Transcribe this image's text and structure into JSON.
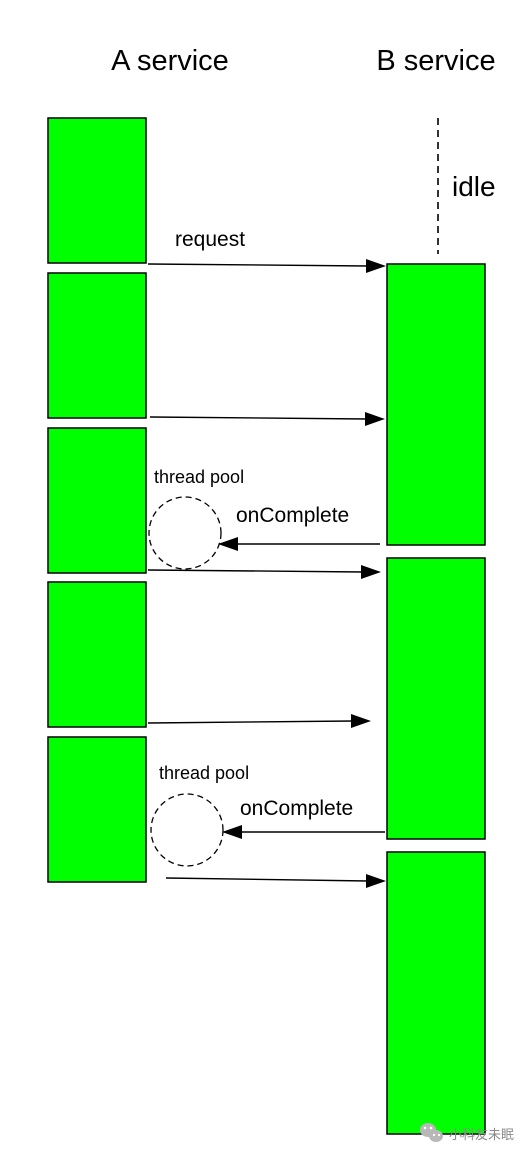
{
  "titles": {
    "a_service": "A service",
    "b_service": "B service"
  },
  "idle_label": "idle",
  "arrow_labels": {
    "request": "request",
    "on_complete_1": "onComplete",
    "on_complete_2": "onComplete"
  },
  "pool_labels": {
    "pool_1": "thread pool",
    "pool_2": "thread pool"
  },
  "watermark": {
    "text": "小科友未眠",
    "icon": "wechat-icon"
  },
  "colors": {
    "block_fill": "#00ff00",
    "stroke": "#000000",
    "watermark": "#8a8a8a"
  }
}
